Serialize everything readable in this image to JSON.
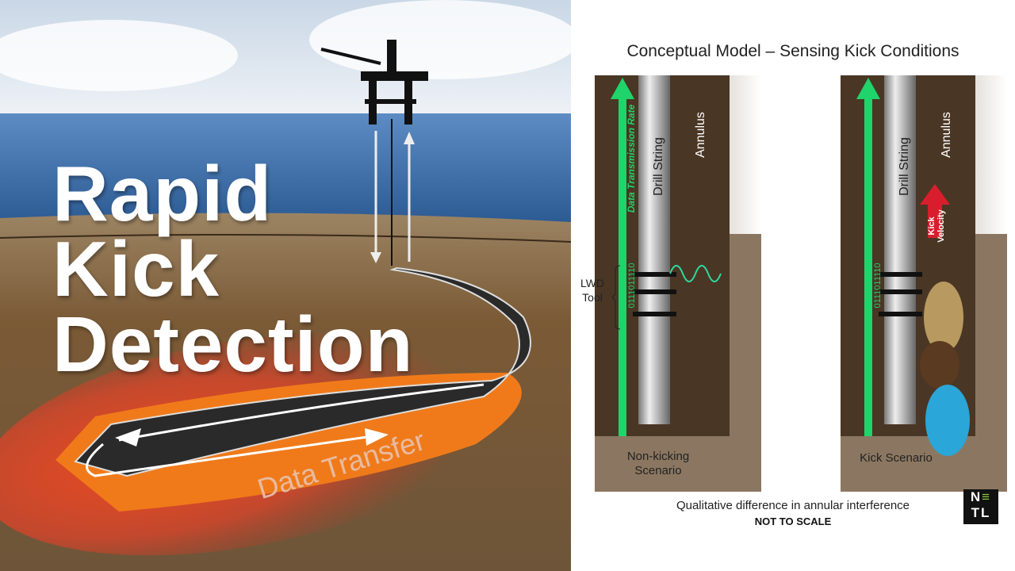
{
  "left_panel": {
    "headline": [
      "Rapid",
      "Kick",
      "Detection"
    ],
    "path_label": "Data Transfer"
  },
  "right_panel": {
    "title": "Conceptual Model – Sensing Kick Conditions",
    "drill_string_label": "Drill String",
    "annulus_label": "Annulus",
    "data_rate_label": "Data Transmission Rate",
    "binary_code": "0111011110",
    "lwd_label": [
      "LWD",
      "Tool"
    ],
    "kick_velocity_label": [
      "Kick",
      "Velocity"
    ],
    "scenario_left": [
      "Non-kicking",
      "Scenario"
    ],
    "scenario_right": "Kick Scenario",
    "caption": "Qualitative difference in annular interference",
    "caption_note": "NOT TO SCALE",
    "logo_text": "NETL"
  },
  "colors": {
    "sea": "#3b6ea8",
    "sky": "#dfe8f0",
    "earth": "#8a6a45",
    "heat": "#e04a2a",
    "green_arrow": "#1fd46a",
    "kick_arrow": "#d81e2c",
    "annulus": "#4a3624"
  }
}
